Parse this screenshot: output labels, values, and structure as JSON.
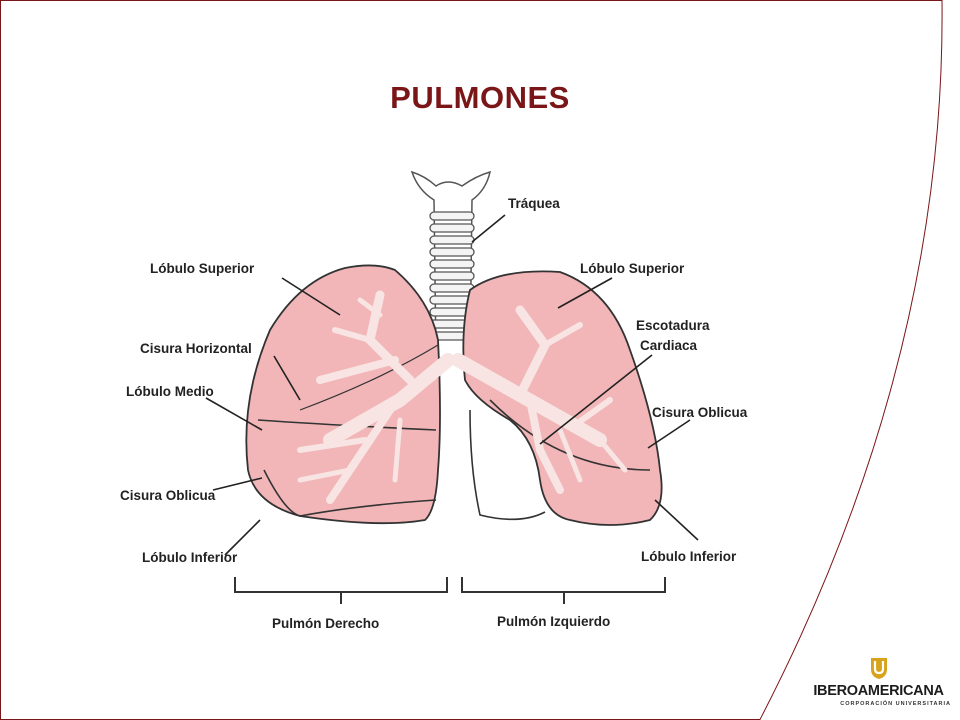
{
  "title": "PULMONES",
  "colors": {
    "title": "#7a1518",
    "lung": "#f2b6b8",
    "airway": "#f7e4e3",
    "frame": "#7a1518",
    "logo_gold": "#d9a21b"
  },
  "labels": {
    "traquea": "Tráquea",
    "lobulo_superior_der": "Lóbulo Superior",
    "cisura_horizontal": "Cisura Horizontal",
    "lobulo_medio": "Lóbulo Medio",
    "cisura_oblicua_der": "Cisura Oblicua",
    "lobulo_inferior_der": "Lóbulo Inferior",
    "lobulo_superior_izq": "Lóbulo Superior",
    "escotadura_1": "Escotadura",
    "escotadura_2": "Cardiaca",
    "cisura_oblicua_izq": "Cisura Oblicua",
    "lobulo_inferior_izq": "Lóbulo Inferior",
    "pulmon_derecho": "Pulmón Derecho",
    "pulmon_izquierdo": "Pulmón Izquierdo"
  },
  "logo": {
    "name": "IBEROAMERICANA",
    "sub": "CORPORACIÓN UNIVERSITARIA",
    "icon": "university-shield-icon"
  }
}
